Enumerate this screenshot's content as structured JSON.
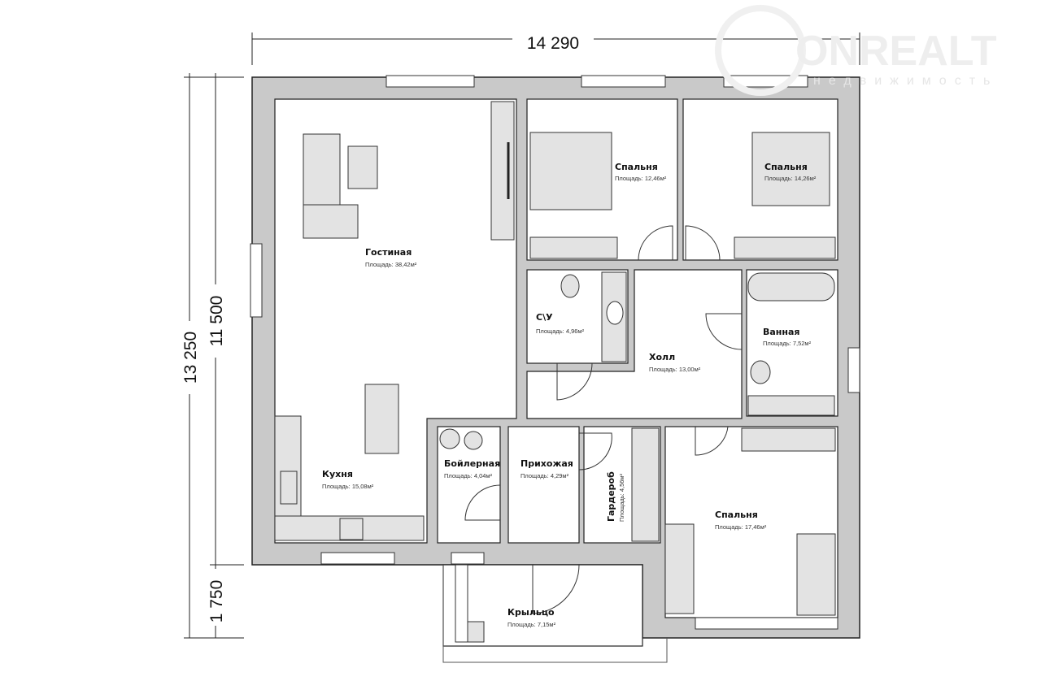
{
  "watermark": {
    "brand": "ONREALT",
    "tagline": "недвижимость"
  },
  "dimensions": {
    "width": "14 290",
    "total_depth": "13 250",
    "main_depth": "11 500",
    "porch_depth": "1 750"
  },
  "rooms": [
    {
      "name": "Гостиная",
      "area": "Площадь: 38,42м²"
    },
    {
      "name": "Спальня",
      "area": "Площадь: 12,46м²"
    },
    {
      "name": "Спальня",
      "area": "Площадь: 14,26м²"
    },
    {
      "name": "С\\У",
      "area": "Площадь: 4,96м²"
    },
    {
      "name": "Холл",
      "area": "Площадь: 13,00м²"
    },
    {
      "name": "Ванная",
      "area": "Площадь: 7,52м²"
    },
    {
      "name": "Кухня",
      "area": "Площадь: 15,08м²"
    },
    {
      "name": "Бойлерная",
      "area": "Площадь: 4,04м²"
    },
    {
      "name": "Прихожая",
      "area": "Площадь: 4,29м²"
    },
    {
      "name": "Гардероб",
      "area": "Площадь: 4,56м²"
    },
    {
      "name": "Спальня",
      "area": "Площадь: 17,46м²"
    },
    {
      "name": "Крыльцо",
      "area": "Площадь: 7,15м²"
    }
  ]
}
